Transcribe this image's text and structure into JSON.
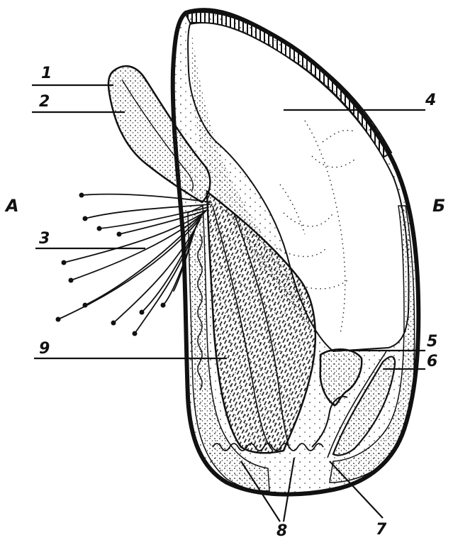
{
  "side_labels": {
    "left": "А",
    "right": "Б"
  },
  "callouts": [
    "1",
    "2",
    "3",
    "4",
    "5",
    "6",
    "7",
    "8",
    "9"
  ],
  "colors": {
    "ink": "#111111",
    "paper": "#ffffff"
  }
}
